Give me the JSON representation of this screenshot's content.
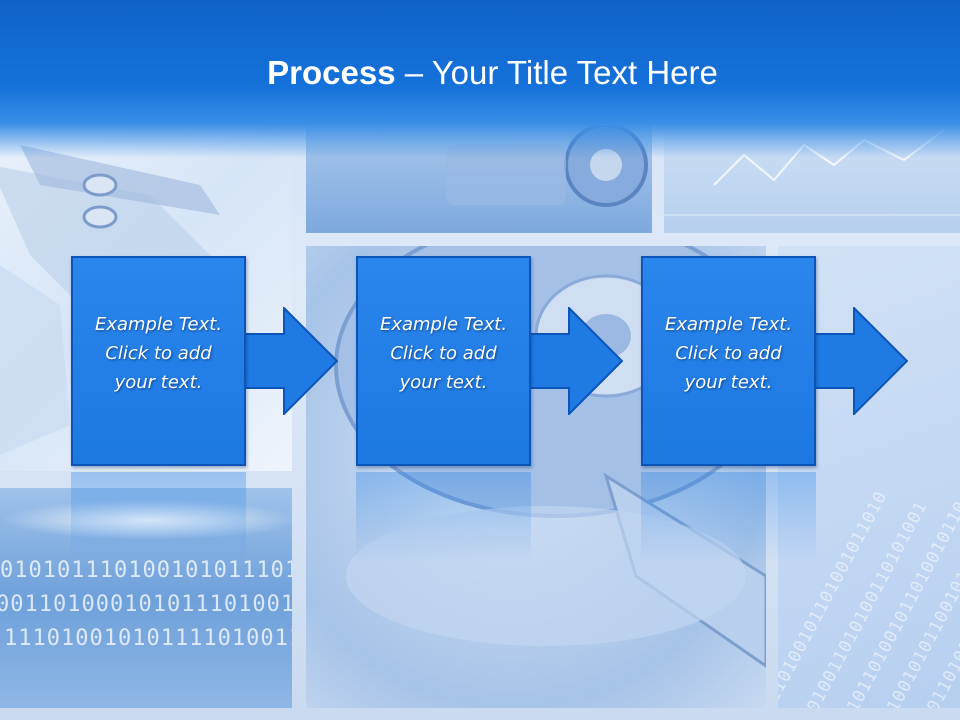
{
  "header": {
    "title_bold": "Process",
    "title_rest": " – Your Title Text Here"
  },
  "steps": [
    {
      "text": "Example Text.\nClick  to add\nyour text."
    },
    {
      "text": "Example Text.\nClick  to add\nyour text."
    },
    {
      "text": "Example Text.\nClick  to add\nyour text."
    }
  ],
  "colors": {
    "header": "#1572da",
    "box_fill": "#1d78e2",
    "box_border": "#0b55b8",
    "text": "#ffffff"
  }
}
